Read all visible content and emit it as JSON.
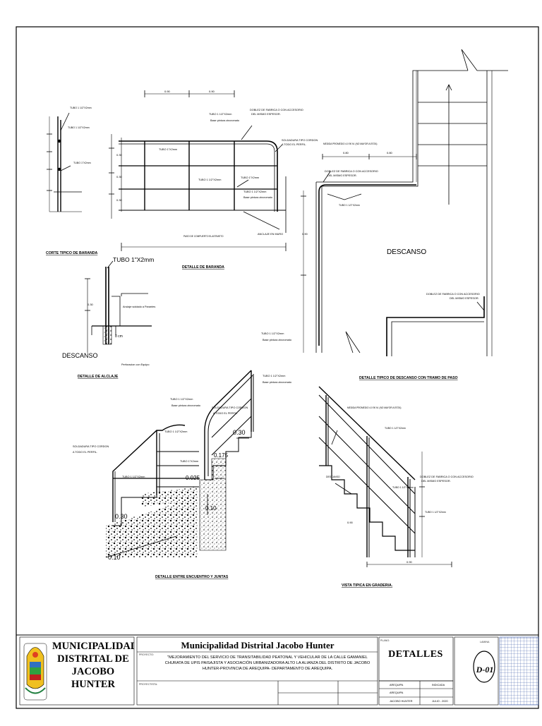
{
  "labels": {
    "rail_section_title": "CORTE TIPICO DE BARANDA",
    "rail_detail_title": "DETALLE DE BARANDA",
    "anchor_detail_title": "DETALLE DE ALCLAJE",
    "landing_detail_title": "DETALLE TIPICO DE DESCANSO CON TRAMO DE PASO",
    "joint_detail_title": "DETALLE ENTRE ENCUENTRO Y JUNTAS",
    "bleacher_view_title": "VISTA TIPICA EN GRADERIA.",
    "pipe_1_1_2": "TUBO 1 1/2\"X2mm",
    "pipe_1": "TUBO 1\"X2mm",
    "pipe_1_big": "TUBO 1\"X2mm",
    "zinc_base": "Base pintura zincromato",
    "bend": "DOBLEZ DE FABRICA O CON ACCESORIO",
    "same_thickness": "DEL MISMO ESPESOR.",
    "weld_cord": "SOLDADURA TIPO CORDON",
    "whole_profile": "A TODO EL PERFIL.",
    "wall_anchor": "ANCLAJE EN MURO",
    "wall_face": "PASO DE COMPUERTO ELASTIMETO",
    "anchor_weld": "Anclaje soldado a Parantes",
    "drill_equip": "Perforacion con Equipo",
    "landing": "DESCANSO",
    "landing_small": "DESCANSO",
    "avg_measure": "MEDIDA PROMEDIO 4.0 90 M. (NO MAYOR A ESTA)",
    "stair_bottom": "DESCANSO",
    "cm8": "8 cm",
    "dim_090": "0.90",
    "dim_080": "0.80",
    "dim_030": "0.30",
    "dim_0175": "0.175",
    "dim_0025": "0.025",
    "dim_010": "0.10",
    "dim_030b": "0.30",
    "dim_010b": "0.10"
  },
  "titleblock": {
    "muni_name": "MUNICIPALIDAD DISTRITAL DE JACOBO HUNTER",
    "project_owner": "Municipalidad Distrital Jacobo Hunter",
    "project_label": "PROYECTO:",
    "project_desc": "\"MEJORAMIENTO DEL SERVICIO DE TRANSITABILIDAD PEATONAL Y VEHICULAR DE LA CALLE GAMANIEL CHURATA DE UPIS PAISAJISTA Y ASOCIACIÓN URBANIZADORA ALTO LA ALIANZA DEL DISTRITO DE JACOBO HUNTER-PROVINCIA DE AREQUIPA- DEPARTAMENTO DE AREQUIPA.",
    "designer_label": "PROYECTISTA:",
    "sheet_label": "PLANO:",
    "sheet_name": "DETALLES",
    "region": "AREQUIPA",
    "province": "AREQUIPA",
    "district": "JACOBO HUNTER",
    "scale": "INDICADA",
    "date": "JULIO - 2020",
    "sheet_number": "D-01",
    "lamina_label": "LAMINA"
  },
  "colors": {
    "line": "#000000",
    "paper": "#ffffff"
  }
}
